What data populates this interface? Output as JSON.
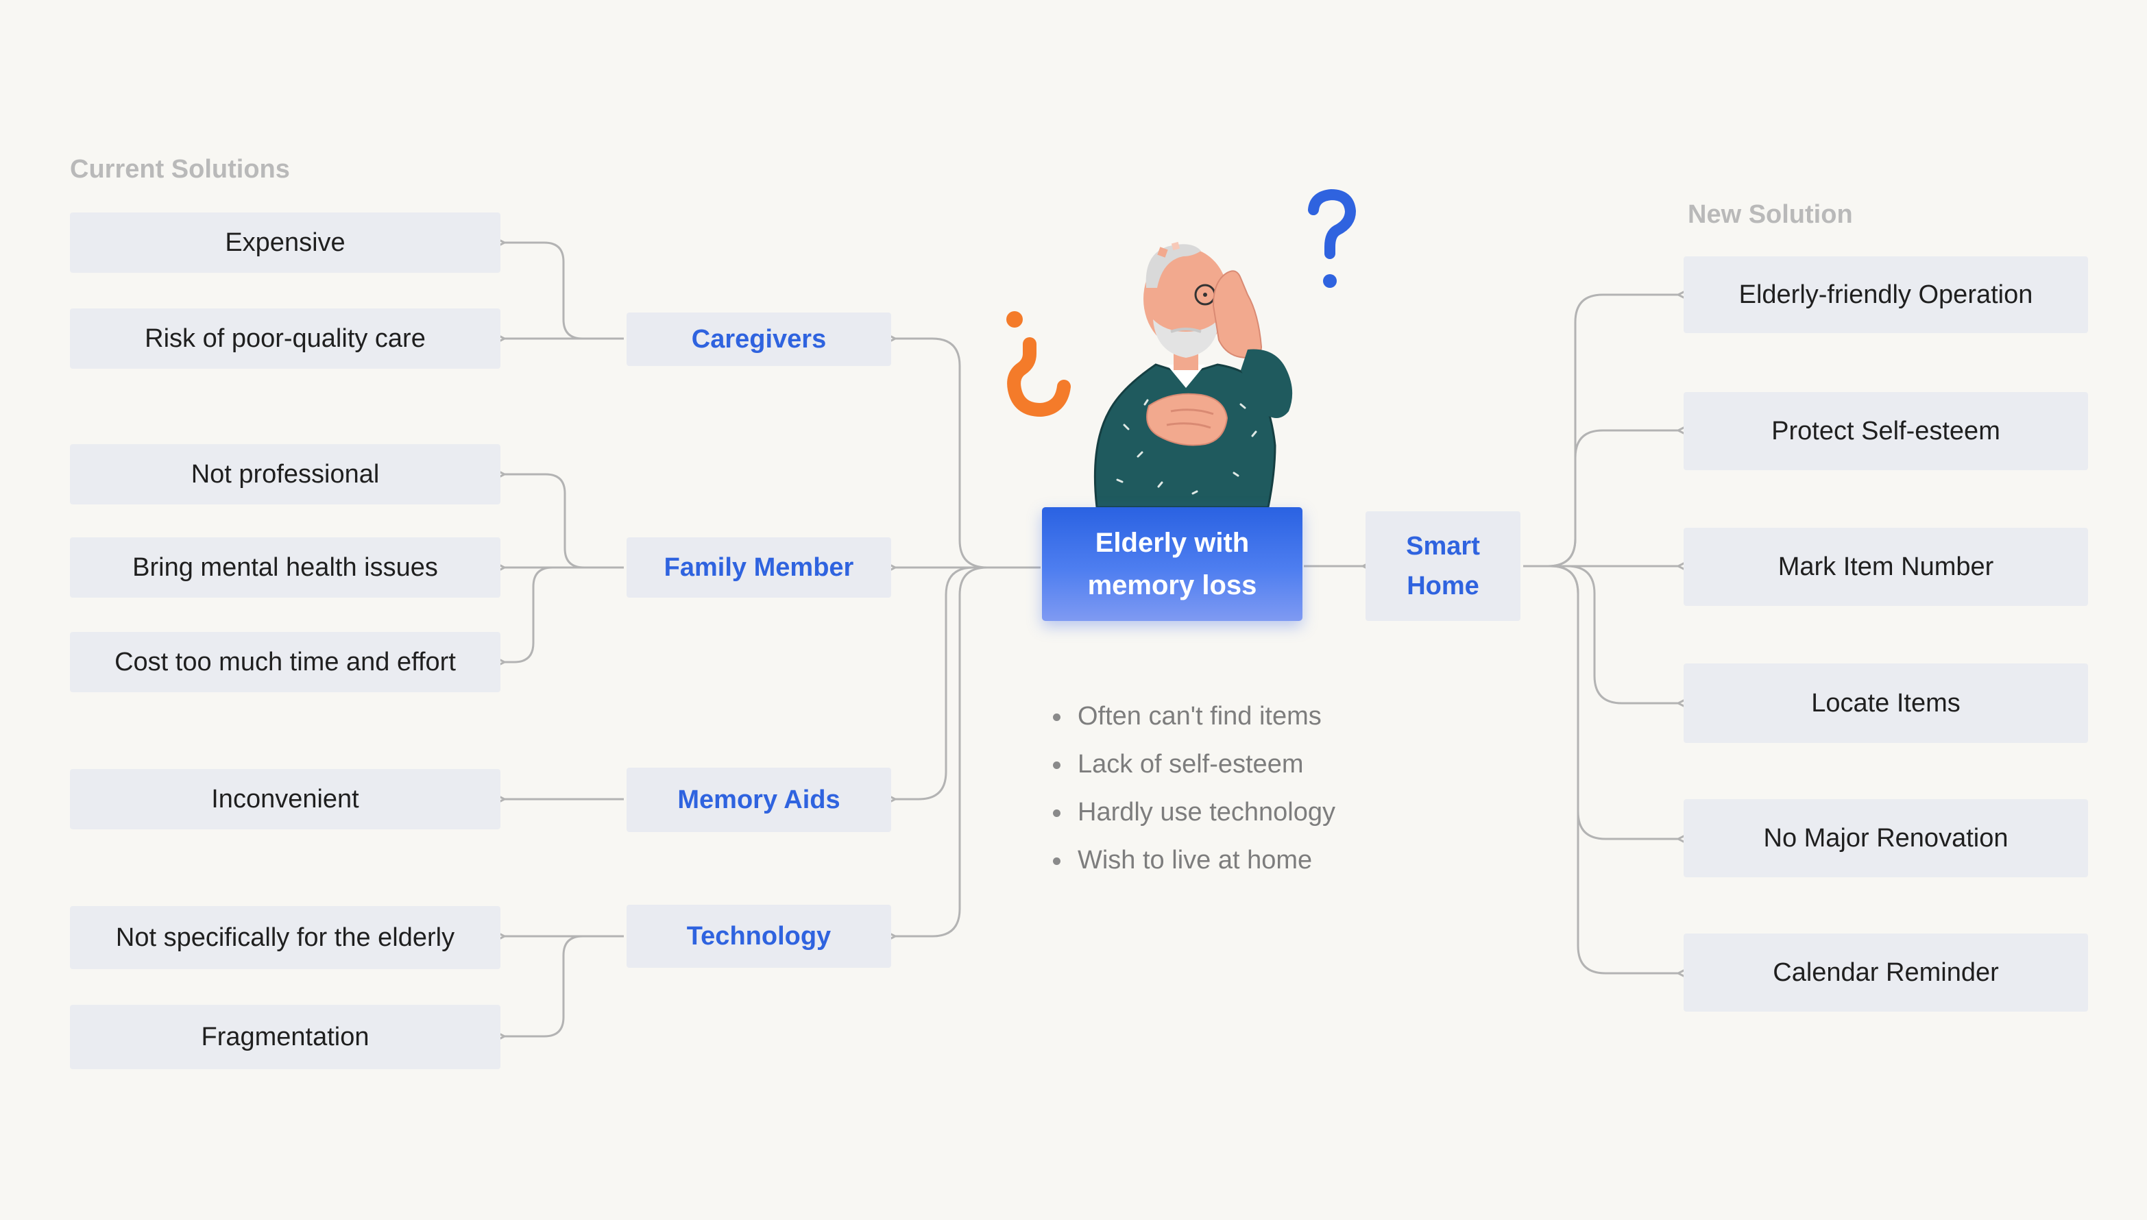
{
  "current_solutions": {
    "title": "Current Solutions",
    "categories": [
      {
        "label": "Caregivers",
        "issues": [
          "Expensive",
          "Risk of poor-quality care"
        ]
      },
      {
        "label": "Family Member",
        "issues": [
          "Not professional",
          "Bring mental health issues",
          "Cost too much time and effort"
        ]
      },
      {
        "label": "Memory Aids",
        "issues": [
          "Inconvenient"
        ]
      },
      {
        "label": "Technology",
        "issues": [
          "Not specifically for the elderly",
          "Fragmentation"
        ]
      }
    ]
  },
  "center": {
    "line1": "Elderly with",
    "line2": "memory loss",
    "traits": [
      "Often can't find items",
      "Lack of self-esteem",
      "Hardly use technology",
      "Wish to live at home"
    ]
  },
  "new_solution": {
    "title": "New Solution",
    "hub_line1": "Smart",
    "hub_line2": "Home",
    "features": [
      "Elderly-friendly Operation",
      "Protect Self-esteem",
      "Mark Item Number",
      "Locate Items",
      "No Major Renovation",
      "Calendar Reminder"
    ]
  },
  "colors": {
    "accent_blue": "#2f63df",
    "question_orange": "#f47b2a",
    "question_blue": "#2f63df",
    "box_bg": "#eaecf1",
    "connector": "#b3b3b3"
  },
  "icons": [
    "question-mark-blue-icon",
    "question-mark-orange-icon",
    "elderly-man-illustration"
  ]
}
